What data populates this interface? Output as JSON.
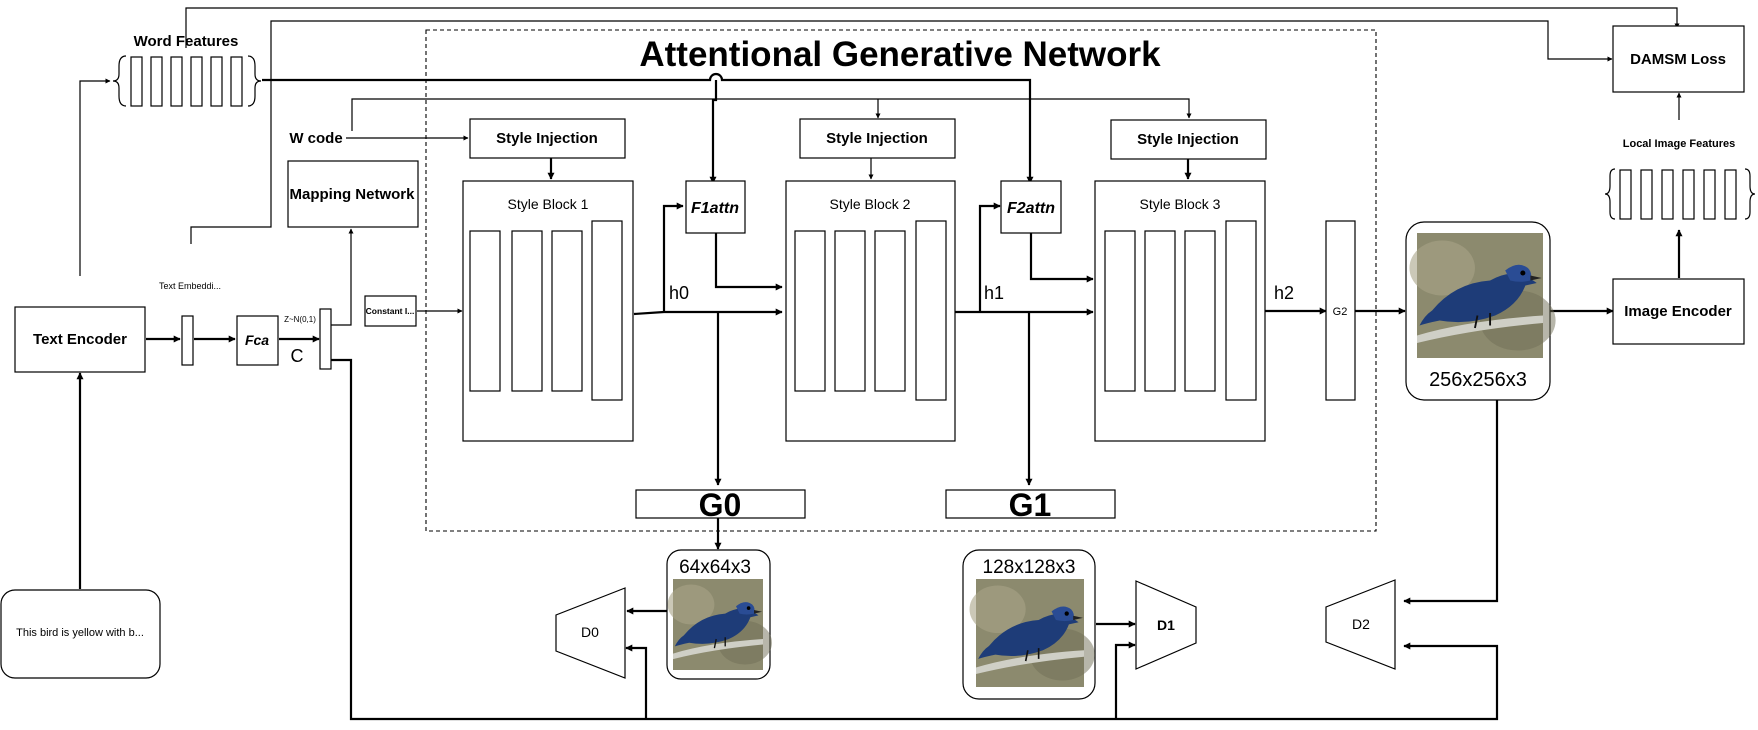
{
  "title": "Attentional Generative Network",
  "labels": {
    "word_features": "Word Features",
    "damsm_loss": "DAMSM Loss",
    "local_image_features": "Local Image Features",
    "w_code": "W code",
    "mapping_network": "Mapping Network",
    "text_embedding": "Text Embeddi...",
    "text_encoder": "Text Encoder",
    "fca": "Fca",
    "c": "C",
    "noise": "Z~N(0,1)",
    "constant_input": "Constant I...",
    "style_injection_1": "Style Injection",
    "style_injection_2": "Style Injection",
    "style_injection_3": "Style Injection",
    "style_block_1": "Style Block 1",
    "style_block_2": "Style Block 2",
    "style_block_3": "Style Block 3",
    "f1attn": "F1attn",
    "f2attn": "F2attn",
    "h0": "h0",
    "h1": "h1",
    "h2": "h2",
    "g2": "G2",
    "g0": "G0",
    "g1": "G1",
    "res_256": "256x256x3",
    "res_64": "64x64x3",
    "res_128": "128x128x3",
    "image_encoder": "Image Encoder",
    "text_input": "This bird is yellow with b...",
    "d0": "D0",
    "d1": "D1",
    "d2": "D2"
  },
  "bird_colors": {
    "background": "#8a8a6c",
    "body": "#1f3f7c",
    "branch": "#c8c8be"
  }
}
